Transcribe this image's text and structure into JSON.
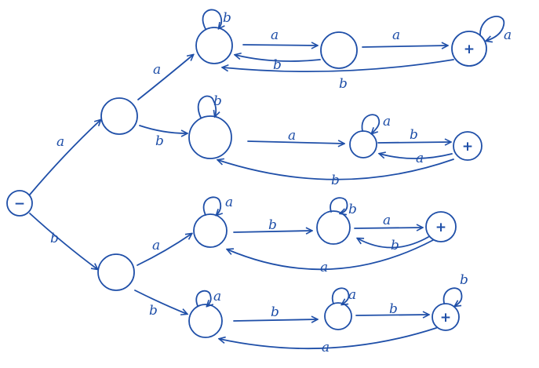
{
  "diagram": {
    "start_symbol": "−",
    "final_symbol": "+",
    "edge_labels": {
      "s_a": "a",
      "s_b": "b",
      "A_a": "a",
      "A_b": "b",
      "B_a": "a",
      "B_b": "b",
      "r1_self1": "b",
      "r1_a1": "a",
      "r1_b1": "b",
      "r1_a2": "a",
      "r1_self3": "a",
      "r1_back": "b",
      "r2_self1": "b",
      "r2_a1": "a",
      "r2_self2": "a",
      "r2_b1": "b",
      "r2_a2": "a",
      "r2_back": "b",
      "r3_self1": "a",
      "r3_b1": "b",
      "r3_self2": "b",
      "r3_a1": "a",
      "r3_b2": "b",
      "r3_back": "a",
      "r4_self1": "a",
      "r4_b1": "b",
      "r4_self2": "a",
      "r4_b2": "b",
      "r4_self3": "b",
      "r4_back": "a"
    }
  }
}
